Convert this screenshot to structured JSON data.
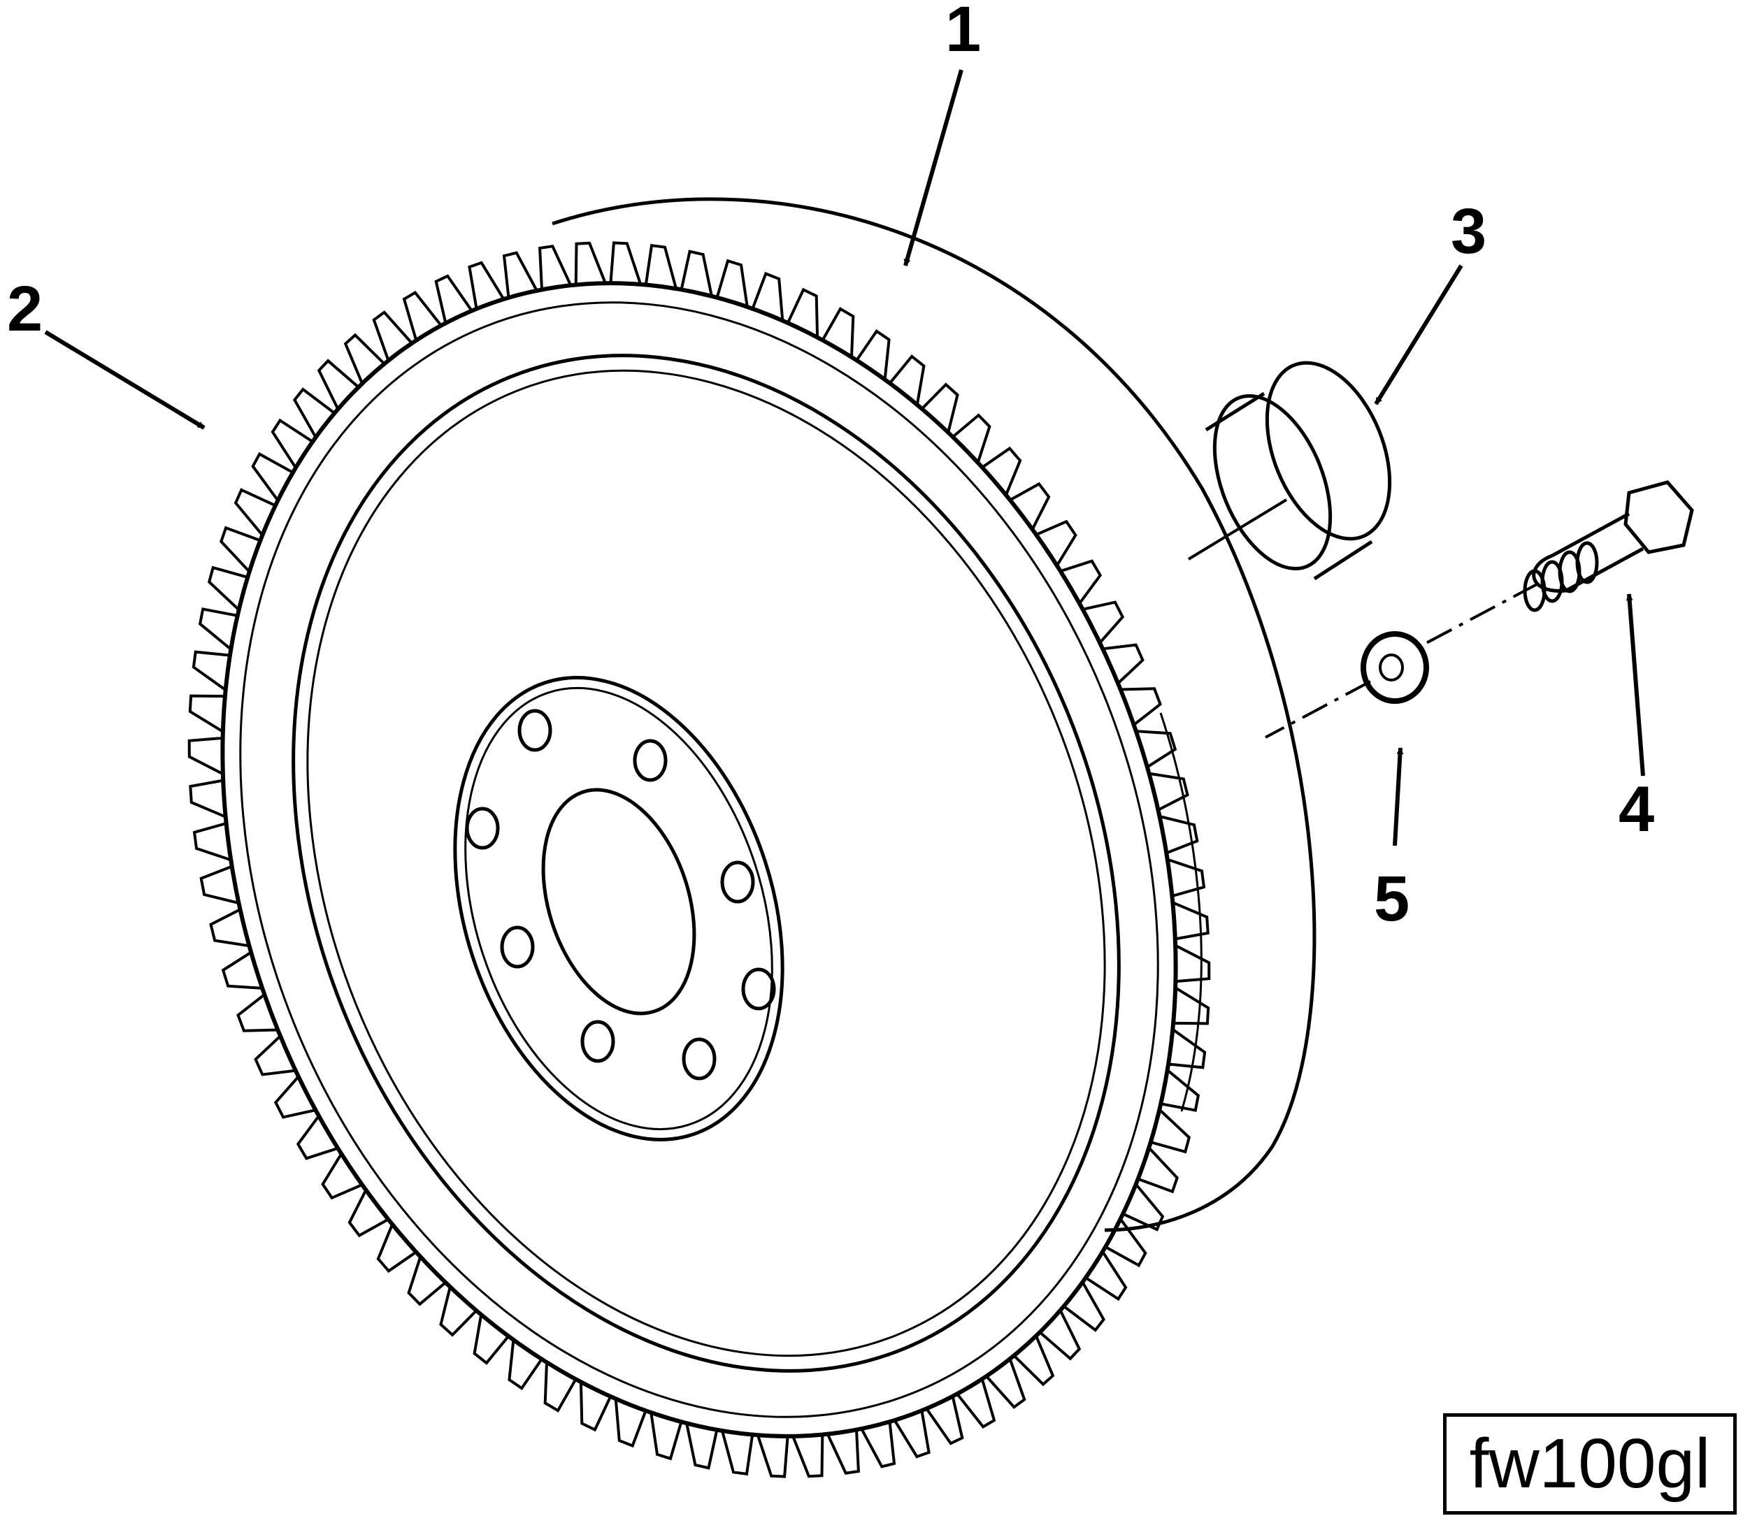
{
  "diagram": {
    "callouts": [
      "1",
      "2",
      "3",
      "4",
      "5"
    ],
    "reference_code": "fw100gl",
    "colors": {
      "ink": "#000000",
      "paper": "#ffffff"
    },
    "parts": [
      "flywheel",
      "ring-gear",
      "pilot-bearing",
      "bolt",
      "washer"
    ]
  }
}
